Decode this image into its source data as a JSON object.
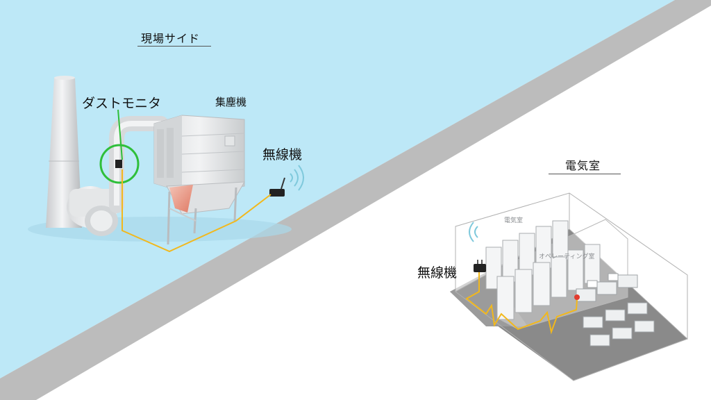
{
  "field": {
    "section_title": "現場サイド",
    "dust_monitor_label": "ダストモニタ",
    "collector_label": "集塵機",
    "wireless_label": "無線機"
  },
  "electrical_room": {
    "section_title": "電気室",
    "wireless_label": "無線機",
    "room_sign": "電気室",
    "operating_room_sign": "オペレーティング室"
  },
  "colors": {
    "sky": "#bde8f7",
    "divider": "#bcbcbc",
    "cable": "#f2b81c",
    "monitor_ring": "#2fbf3a",
    "signal": "#7fc9dc",
    "floor": "#8a8a8a"
  }
}
